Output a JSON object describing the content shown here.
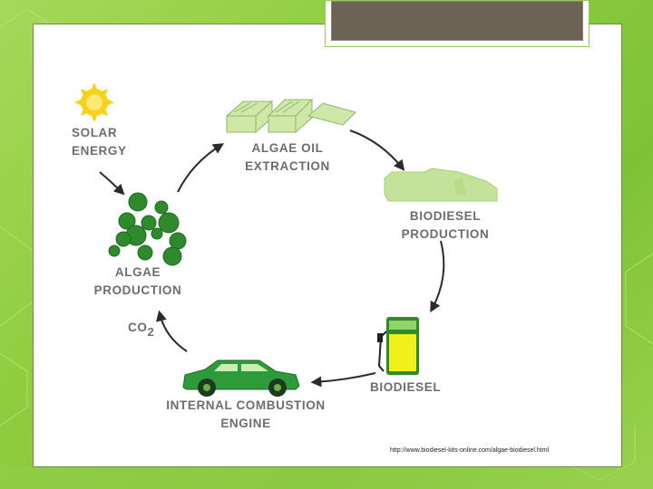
{
  "diagram": {
    "labels": {
      "solar_energy": "SOLAR\nENERGY",
      "algae_oil_extraction": "ALGAE OIL\nEXTRACTION",
      "biodiesel_production": "BIODIESEL\nPRODUCTION",
      "biodiesel": "BIODIESEL",
      "engine": "INTERNAL COMBUSTION\nENGINE",
      "algae_production": "ALGAE\nPRODUCTION",
      "co2_main": "CO",
      "co2_sub": "2"
    },
    "source_url": "http://www.biodiesel-kits-online.com/algae-biodiesel.html"
  },
  "colors": {
    "slide_green": "#8ccc3c",
    "label_gray": "#6d6e6c",
    "algae_green": "#2f8a2e",
    "pale_green": "#c3e39a",
    "car_green": "#2f9a3a",
    "pump_yellow": "#f1f01a",
    "title_bar": "#6b6456",
    "sun_yellow": "#f7d21b"
  },
  "icons": [
    "sun-icon",
    "algae-cluster-icon",
    "extraction-trays-icon",
    "biodiesel-block-icon",
    "fuel-pump-icon",
    "car-icon"
  ]
}
